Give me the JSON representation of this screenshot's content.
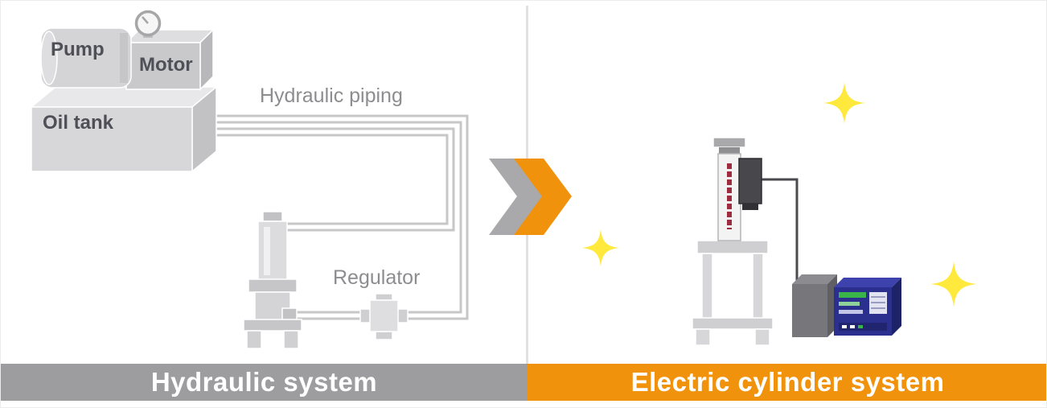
{
  "diagram": {
    "left": {
      "pump_label": "Pump",
      "motor_label": "Motor",
      "oil_tank_label": "Oil tank",
      "piping_label": "Hydraulic piping",
      "regulator_label": "Regulator",
      "banner_label": "Hydraulic system"
    },
    "right": {
      "banner_label": "Electric cylinder system"
    }
  },
  "icons": {
    "transition_arrow": "double-chevron-right",
    "sparkle": "four-point-star"
  },
  "colors": {
    "banner_gray": "#9d9d9f",
    "banner_orange": "#f1920d",
    "arrow_gray": "#a9a9ab",
    "arrow_orange": "#f1920d",
    "pipe_gray": "#c7c7c9",
    "machine_gray": "#d7d7d9",
    "sparkle_yellow": "#ffe93c",
    "driver_blue": "#2b2f8e",
    "label_dark": "#4f4f57",
    "label_gray": "#8d8d90"
  }
}
